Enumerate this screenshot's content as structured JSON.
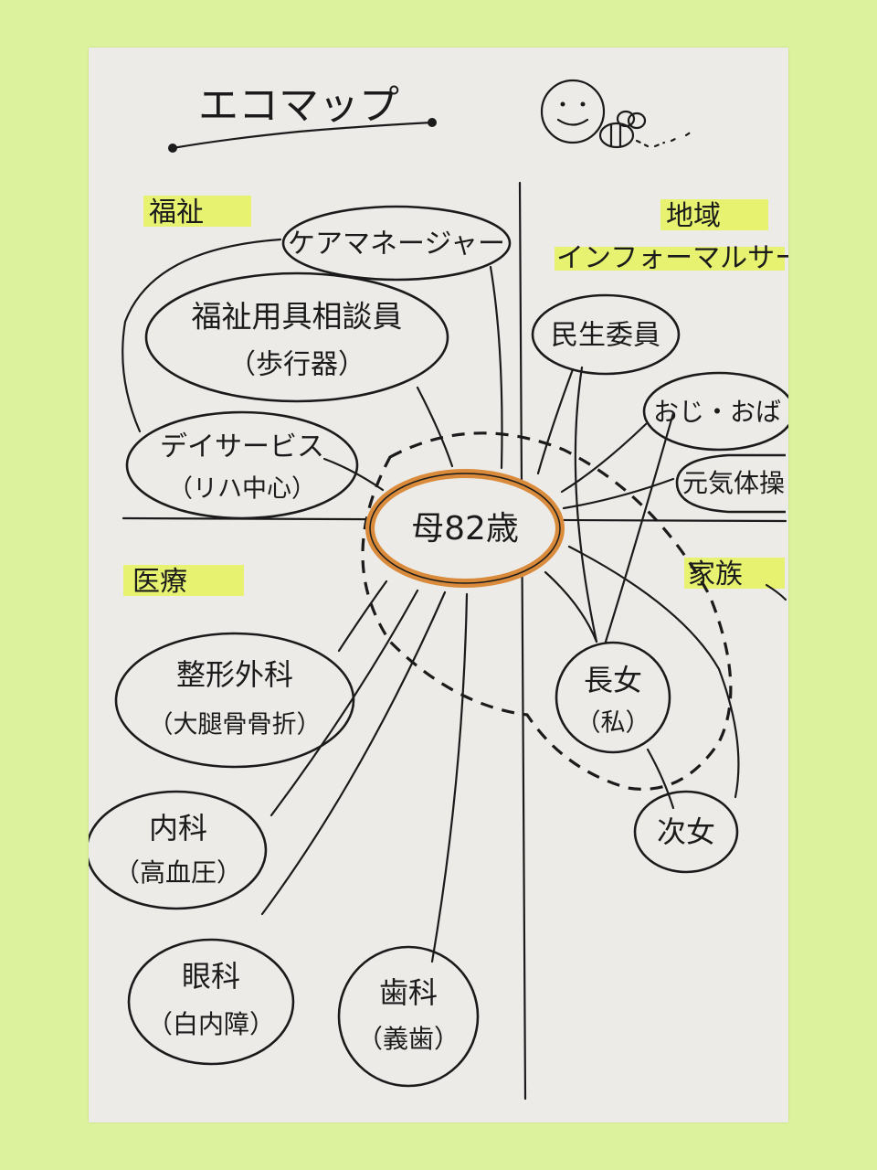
{
  "title": "エコマップ",
  "categories": {
    "welfare": "福祉",
    "community": "地域",
    "informal": "インフォーマルサービス",
    "medical": "医療",
    "family": "家族"
  },
  "center": {
    "label": "母82歳",
    "ring_color": "#d98a3a"
  },
  "nodes": {
    "care_manager": "ケアマネージャー",
    "welfare_equipment_1": "福祉用具相談員",
    "welfare_equipment_2": "（歩行器）",
    "day_service_1": "デイサービス",
    "day_service_2": "（リハ中心）",
    "welfare_commissioner": "民生委員",
    "uncle_aunt": "おじ・おば",
    "genki_taiso": "元気体操",
    "orthopedics_1": "整形外科",
    "orthopedics_2": "（大腿骨骨折）",
    "internal_1": "内科",
    "internal_2": "（高血圧）",
    "ophthalmology_1": "眼科",
    "ophthalmology_2": "（白内障）",
    "dental_1": "歯科",
    "dental_2": "（義歯）",
    "eldest_daughter_1": "長女",
    "eldest_daughter_2": "（私）",
    "second_daughter": "次女"
  },
  "colors": {
    "background": "#dcf29c",
    "paper": "#ecebe8",
    "highlight": "#e6f55a",
    "ink": "#1b1b1b"
  }
}
